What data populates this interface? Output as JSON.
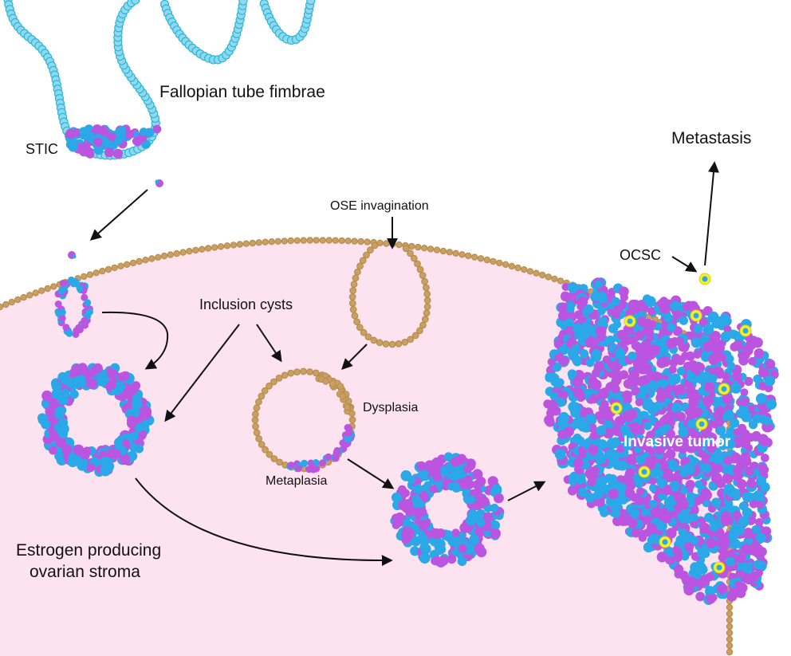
{
  "labels": {
    "fimbrae": "Fallopian tube fimbrae",
    "stic": "STIC",
    "metastasis": "Metastasis",
    "ose_invagination": "OSE invagination",
    "ocsc": "OCSC",
    "inclusion_cysts": "Inclusion cysts",
    "dysplasia": "Dysplasia",
    "metaplasia": "Metaplasia",
    "invasive_tumor": "Invasive tumor",
    "stroma_line1": "Estrogen producing",
    "stroma_line2": "ovarian stroma"
  },
  "colors": {
    "stroma": "#fde3f0",
    "ose_cell": "#c9a063",
    "tube_cell": "#2ab7d8",
    "tumor_cell_magenta": "#bb55e0",
    "tumor_cell_blue": "#2ba8e8",
    "ocsc": "#f6f02a",
    "arrow": "#111111"
  }
}
